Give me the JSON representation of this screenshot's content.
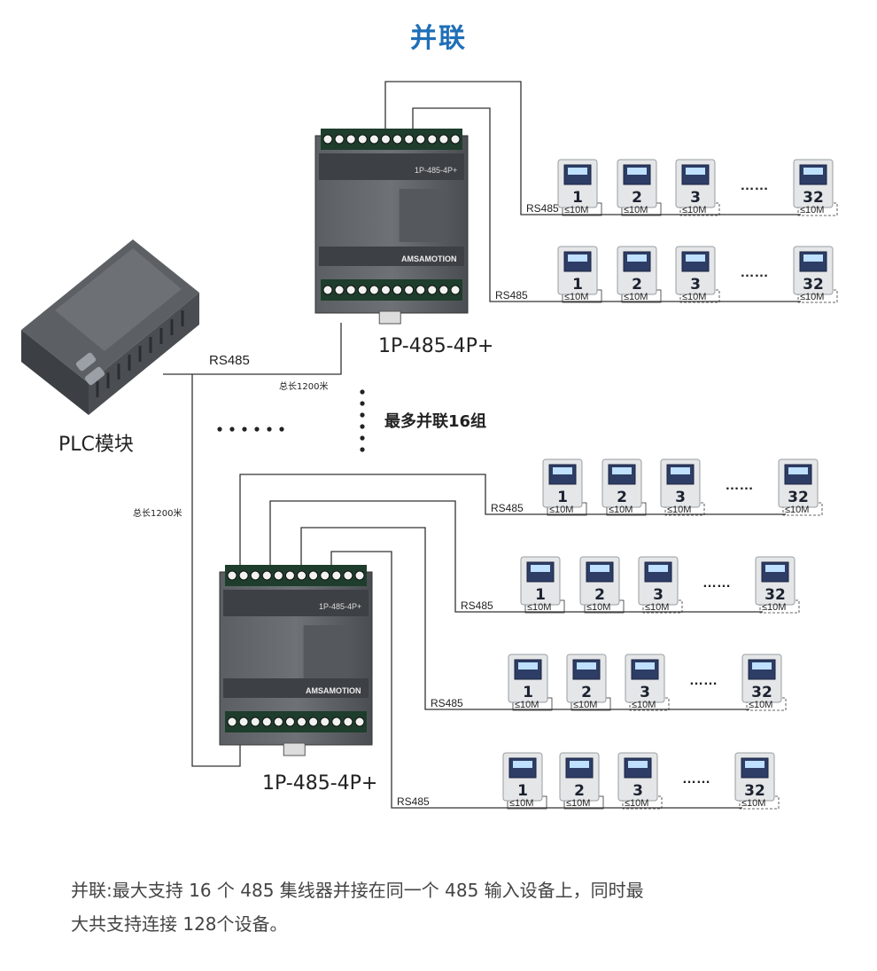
{
  "title": "并联",
  "plc_label": "PLC模块",
  "main_bus_label": "RS485",
  "total_length_label": "总长1200米",
  "hub_model_label": "1P-485-4P+",
  "max_groups_label": "最多并联16组",
  "branch_bus_label": "RS485",
  "branch_cable_label": "≤10M",
  "ellipsis": "……",
  "device_numbers": [
    "1",
    "2",
    "3",
    "32"
  ],
  "hub_brand": "AMSAMOTION",
  "caption_lines": [
    "并联:最大支持 16 个 485 集线器并接在同一个 485 输入设备上，同时最",
    "大共支持连接 128个设备。"
  ]
}
